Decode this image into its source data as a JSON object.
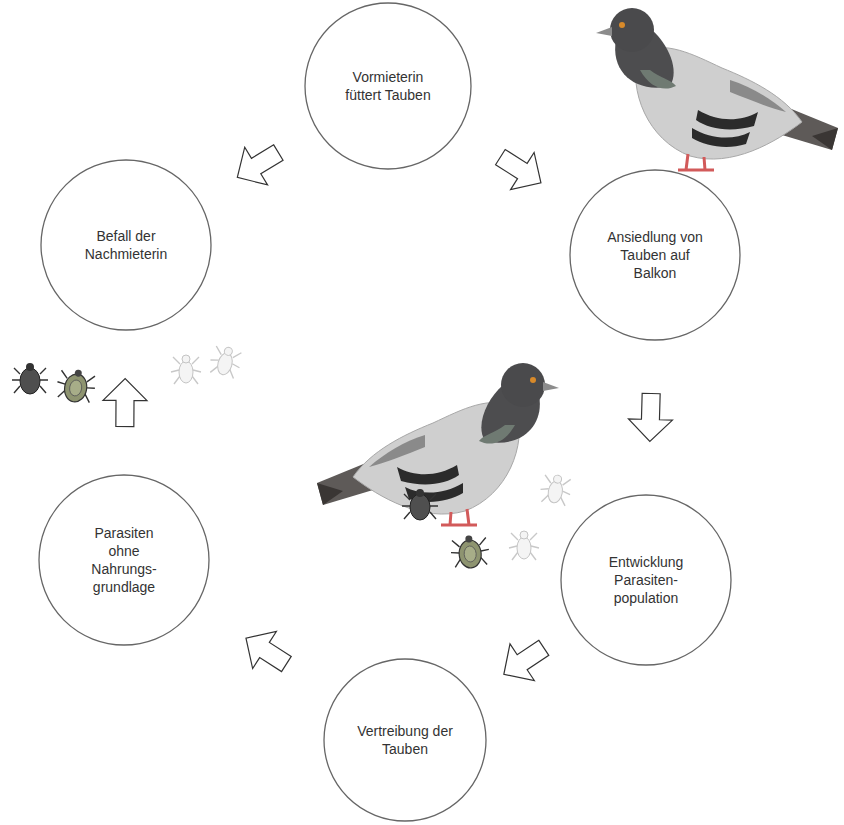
{
  "diagram": {
    "nodes": [
      {
        "text": [
          "Vormieterin füttert Tauben"
        ]
      },
      {
        "text": [
          "Ansiedlung von Tauben auf Balkon"
        ]
      },
      {
        "text": [
          "Entwicklung Parasiten- population"
        ]
      },
      {
        "text": [
          "Vertreibung der Tauben"
        ]
      },
      {
        "text": [
          "Parasiten ohne Nahrungs- grundlage"
        ]
      },
      {
        "text": [
          "Befall der Nachmieterin"
        ]
      }
    ],
    "edges": [
      {
        "from": 0,
        "to": 1,
        "arrow": "to"
      },
      {
        "from": 1,
        "to": 2,
        "arrow": "to"
      },
      {
        "from": 2,
        "to": 3,
        "arrow": "to"
      },
      {
        "from": 3,
        "to": 4,
        "arrow": "to"
      },
      {
        "from": 4,
        "to": 5,
        "arrow": "to"
      },
      {
        "from": 0,
        "to": 5,
        "arrow": "to"
      }
    ]
  }
}
